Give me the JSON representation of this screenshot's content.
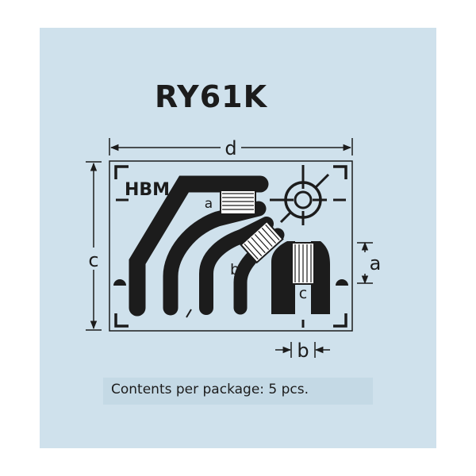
{
  "product_code": "RY61K",
  "brand_logo": "HBM",
  "dimensions": {
    "d": "d",
    "c": "c",
    "a": "a",
    "b": "b"
  },
  "grid_labels": {
    "a": "a",
    "b": "b",
    "c": "c"
  },
  "package_note": "Contents per package: 5 pcs.",
  "colors": {
    "panel_background": "#cfe1ec",
    "ink": "#1c1c1c",
    "note_background": "#c4d9e5"
  }
}
